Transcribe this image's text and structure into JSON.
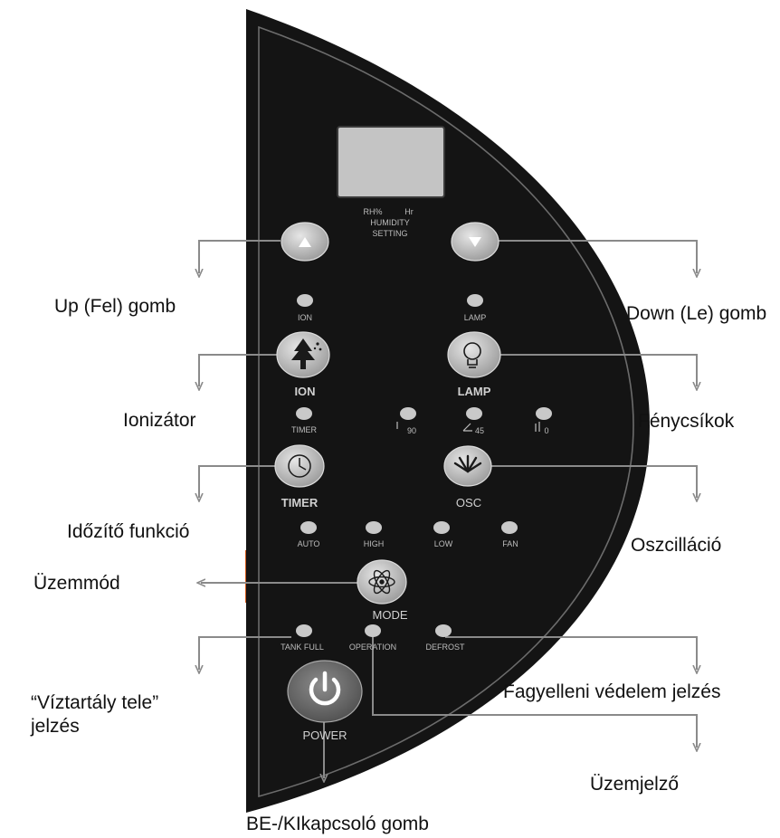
{
  "panel": {
    "display_caption": [
      "RH%",
      "Hr",
      "HUMIDITY",
      "SETTING"
    ],
    "indicators": {
      "ion": "ION",
      "lamp": "LAMP",
      "timer": "TIMER",
      "osc_90": "90",
      "osc_45": "45",
      "osc_0": "0",
      "auto": "AUTO",
      "high": "HIGH",
      "low": "LOW",
      "fan": "FAN",
      "tank_full": "TANK FULL",
      "operation": "OPERATION",
      "defrost": "DEFROST"
    },
    "buttons": {
      "ion": "ION",
      "lamp": "LAMP",
      "timer": "TIMER",
      "osc": "OSC",
      "mode": "MODE",
      "power": "POWER"
    }
  },
  "callouts": {
    "up": "Up (Fel) gomb",
    "down": "Down (Le) gomb",
    "ionizer": "Ionizátor",
    "lamps": "Fénycsíkok",
    "timer": "Időzítő funkció",
    "oscillation": "Oszcilláció",
    "mode": "Üzemmód",
    "tank_full": [
      "“Víztartály tele”",
      "jelzés"
    ],
    "frost": "Fagyelleni védelem jelzés",
    "operation": "Üzemjelző",
    "power": "BE-/KIkapcsoló gomb"
  },
  "colors": {
    "panel": "#141414",
    "button": "#b8b8b8",
    "indicator": "#c9c9c9",
    "leader": "#8a8a8a",
    "accent": "#d45a1a"
  }
}
